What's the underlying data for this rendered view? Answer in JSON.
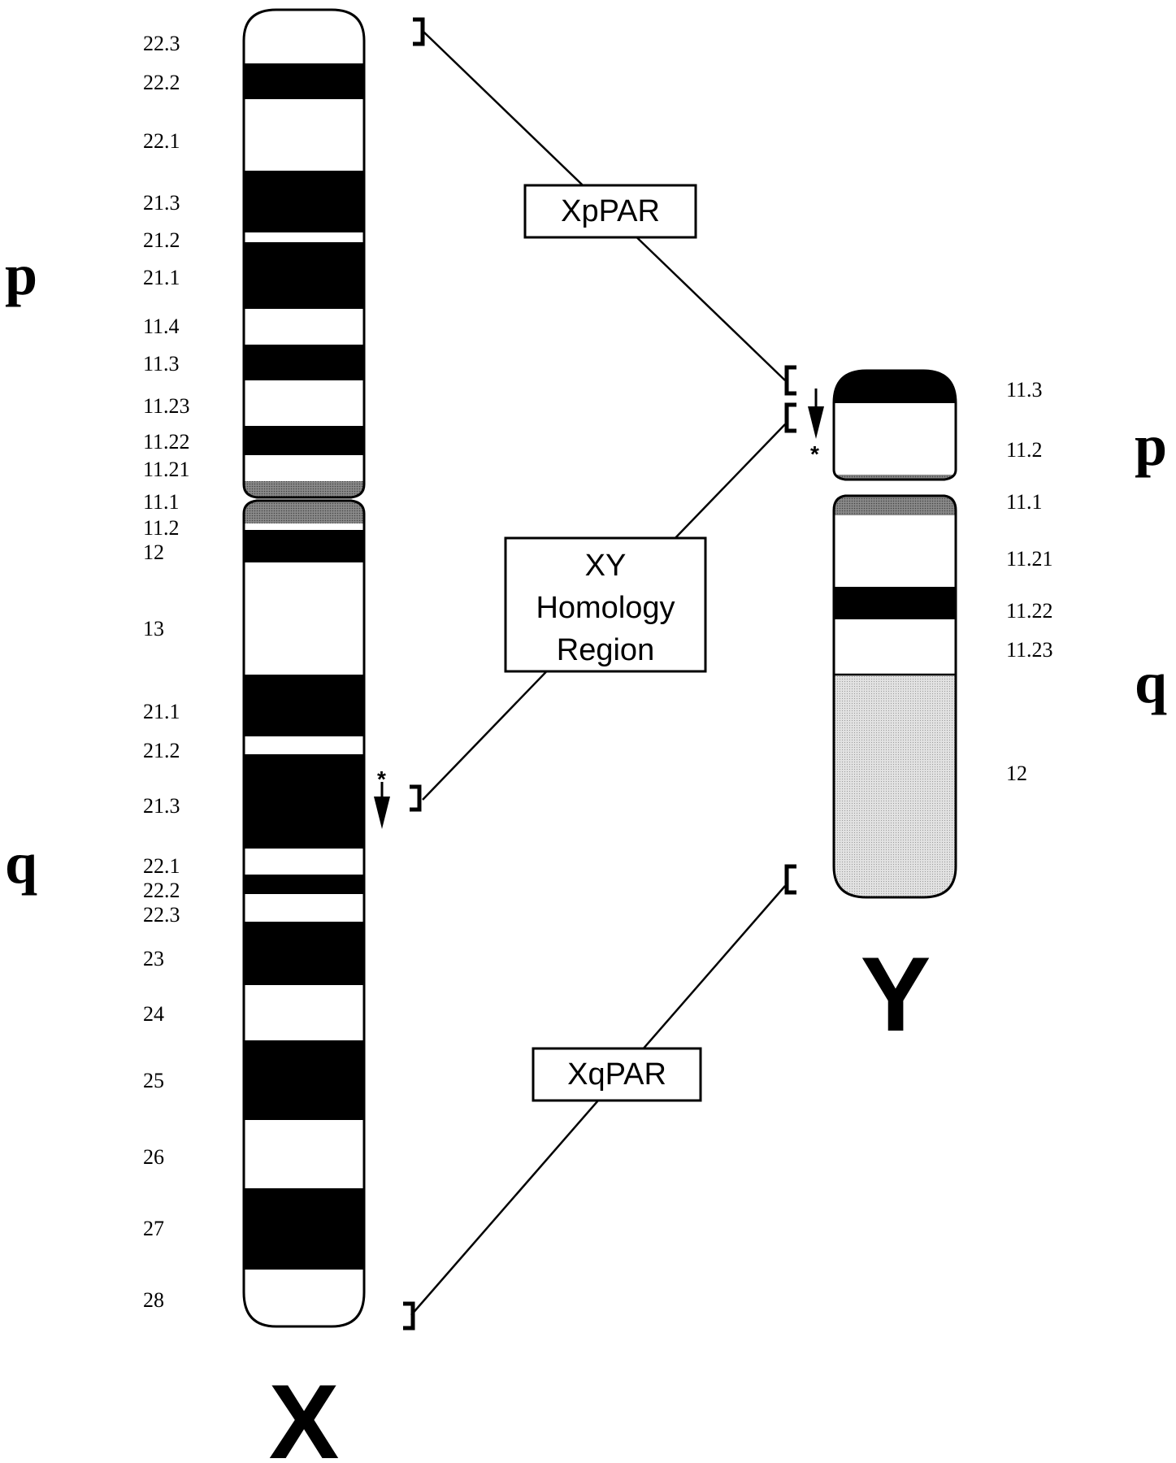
{
  "chromosome_x": {
    "name": "X",
    "p_arm_label": "p",
    "q_arm_label": "q",
    "band_labels": [
      "22.3",
      "22.2",
      "22.1",
      "21.3",
      "21.2",
      "21.1",
      "11.4",
      "11.3",
      "11.23",
      "11.22",
      "11.21",
      "11.1",
      "11.2",
      "12",
      "13",
      "21.1",
      "21.2",
      "21.3",
      "22.1",
      "22.2",
      "22.3",
      "23",
      "24",
      "25",
      "26",
      "27",
      "28"
    ]
  },
  "chromosome_y": {
    "name": "Y",
    "p_arm_label": "p",
    "q_arm_label": "q",
    "band_labels": [
      "11.3",
      "11.2",
      "11.1",
      "11.21",
      "11.22",
      "11.23",
      "12"
    ]
  },
  "regions": {
    "xp_par": "XpPAR",
    "xy_homology": [
      "XY",
      "Homology",
      "Region"
    ],
    "xq_par": "XqPAR"
  },
  "markers": {
    "asterisk": "*"
  }
}
